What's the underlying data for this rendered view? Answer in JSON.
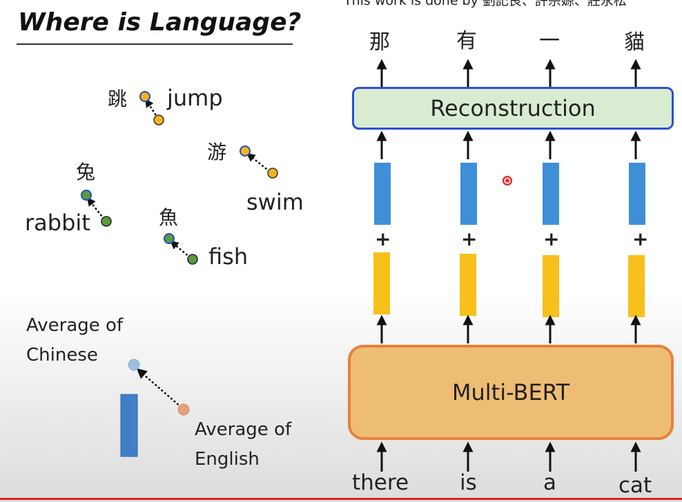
{
  "header": {
    "title": "Where is Language?",
    "credit": "This work is done by 劉記良、許宗嫄、莊永松"
  },
  "left_panel": {
    "pairs": [
      {
        "chinese": "跳",
        "english": "jump",
        "color": "#f5b21c"
      },
      {
        "chinese": "游",
        "english": "swim",
        "color": "#f5b21c"
      },
      {
        "chinese": "兔",
        "english": "rabbit",
        "color": "#5a9a3c"
      },
      {
        "chinese": "魚",
        "english": "fish",
        "color": "#5a9a3c"
      }
    ],
    "average_chinese_label": "Average of\nChinese",
    "average_english_label": "Average of\nEnglish",
    "chinese_dot_border": "#1f4fbf",
    "average_chinese_color": "#9dbde0",
    "average_english_color": "#e5a07c",
    "vector_color": "#3f7fc8"
  },
  "right_panel": {
    "output_tokens": [
      "那",
      "有",
      "一",
      "貓"
    ],
    "reconstruction_label": "Reconstruction",
    "plus_sign": "+",
    "encoder_label": "Multi-BERT",
    "input_tokens": [
      "there",
      "is",
      "a",
      "cat"
    ],
    "blue_vector_color": "#3f8fd8",
    "yellow_vector_color": "#f8c01a",
    "reconstruction_fill": "#d9ecd2",
    "reconstruction_border": "#2b4fd6",
    "encoder_fill": "#eebd74",
    "encoder_border": "#e8803a",
    "cursor_color": "#e02020"
  }
}
